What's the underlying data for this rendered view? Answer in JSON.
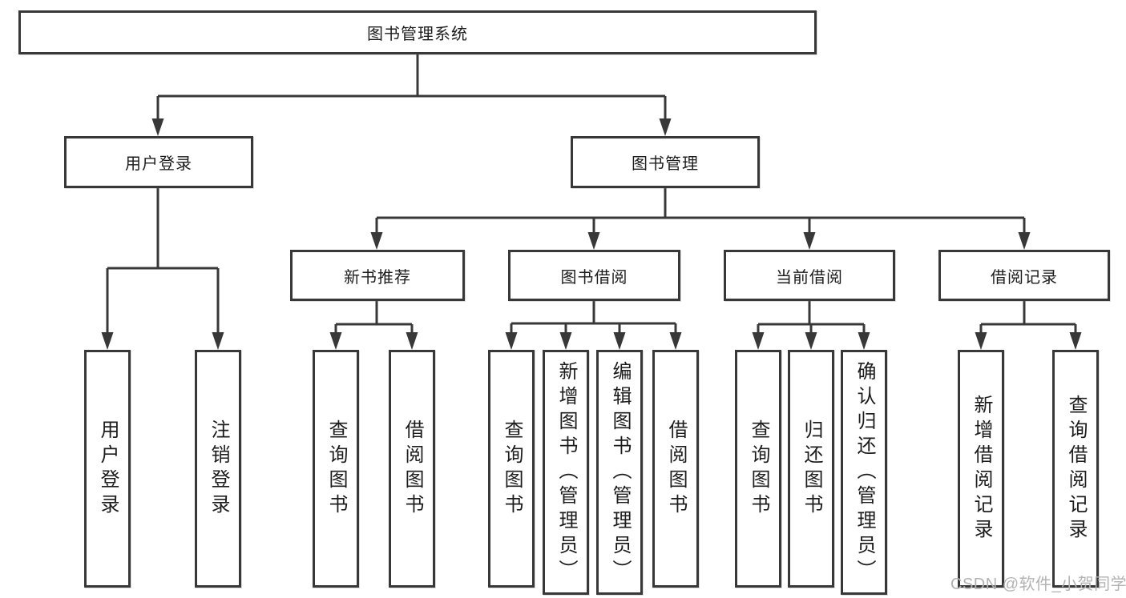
{
  "diagram": {
    "title": "图书管理系统",
    "root": {
      "label": "图书管理系统"
    },
    "user": {
      "label": "用户登录",
      "children": [
        {
          "label": "用户登录"
        },
        {
          "label": "注销登录"
        }
      ]
    },
    "book": {
      "label": "图书管理",
      "modules": [
        {
          "label": "新书推荐",
          "children": [
            {
              "label": "查询图书"
            },
            {
              "label": "借阅图书"
            }
          ]
        },
        {
          "label": "图书借阅",
          "children": [
            {
              "label": "查询图书"
            },
            {
              "label": "新增图书（管理员）"
            },
            {
              "label": "编辑图书（管理员）"
            },
            {
              "label": "借阅图书"
            }
          ]
        },
        {
          "label": "当前借阅",
          "children": [
            {
              "label": "查询图书"
            },
            {
              "label": "归还图书"
            },
            {
              "label": "确认归还（管理员）"
            }
          ]
        },
        {
          "label": "借阅记录",
          "children": [
            {
              "label": "新增借阅记录"
            },
            {
              "label": "查询借阅记录"
            }
          ]
        }
      ]
    }
  },
  "watermark": {
    "text": "CSDN @软件_小贺同学"
  },
  "colors": {
    "background": "#ffffff",
    "line": "#383838",
    "box_border": "#383838",
    "text": "#1c1c1c",
    "watermark": "#b3b3b3"
  }
}
